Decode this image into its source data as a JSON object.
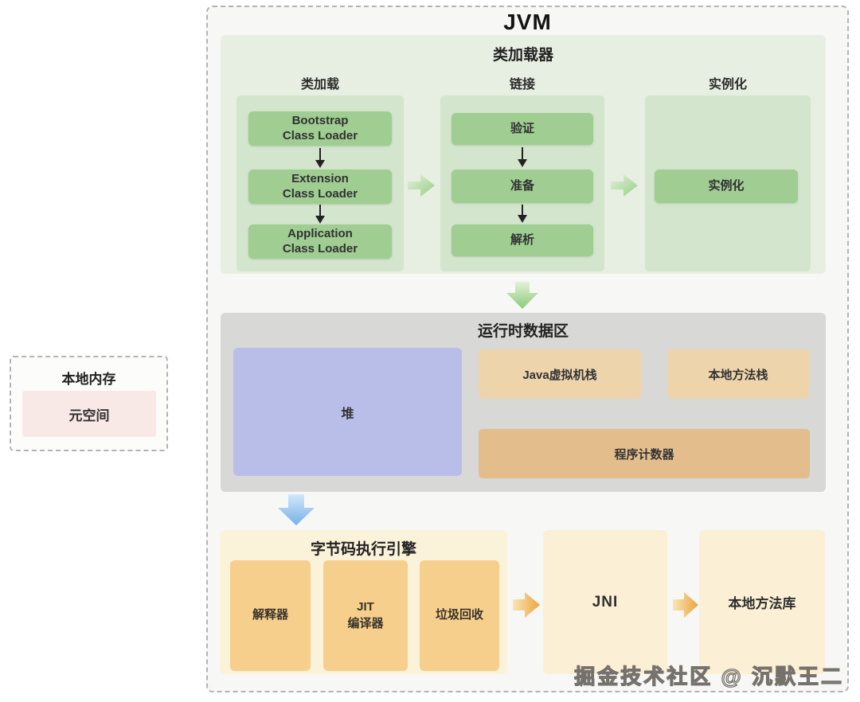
{
  "jvm_title": "JVM",
  "class_loader": {
    "title": "类加载器",
    "col1_header": "类加载",
    "col2_header": "链接",
    "col3_header": "实例化",
    "bootstrap": "Bootstrap\nClass Loader",
    "extension": "Extension\nClass Loader",
    "application": "Application\nClass Loader",
    "verify": "验证",
    "prepare": "准备",
    "resolve": "解析",
    "instantiate": "实例化"
  },
  "runtime": {
    "title": "运行时数据区",
    "heap": "堆",
    "jvm_stack": "Java虚拟机栈",
    "native_stack": "本地方法栈",
    "pc_register": "程序计数器"
  },
  "engine": {
    "title": "字节码执行引擎",
    "interpreter": "解释器",
    "jit": "JIT\n编译器",
    "gc": "垃圾回收"
  },
  "jni_label": "JNI",
  "native_lib_label": "本地方法库",
  "native_memory": {
    "title": "本地内存",
    "metaspace": "元空间"
  },
  "watermark": "掘金技术社区 @ 沉默王二",
  "colors": {
    "panel_green": "#e7efe2",
    "subpanel_green": "#d3e5cc",
    "box_green": "#9fcd92",
    "panel_gray": "#d8d8d6",
    "heap_purple": "#b9bee9",
    "stack_tan": "#eed4ab",
    "pc_tan": "#e3bd8c",
    "engine_cream": "#fbf2da",
    "engine_orange": "#f6cf8d",
    "jni_cream": "#fbefd5",
    "metaspace_pink": "#f9e9e6",
    "arrow_green": "#8cc97b",
    "arrow_blue": "#76b0e8",
    "arrow_orange": "#eda33f"
  }
}
